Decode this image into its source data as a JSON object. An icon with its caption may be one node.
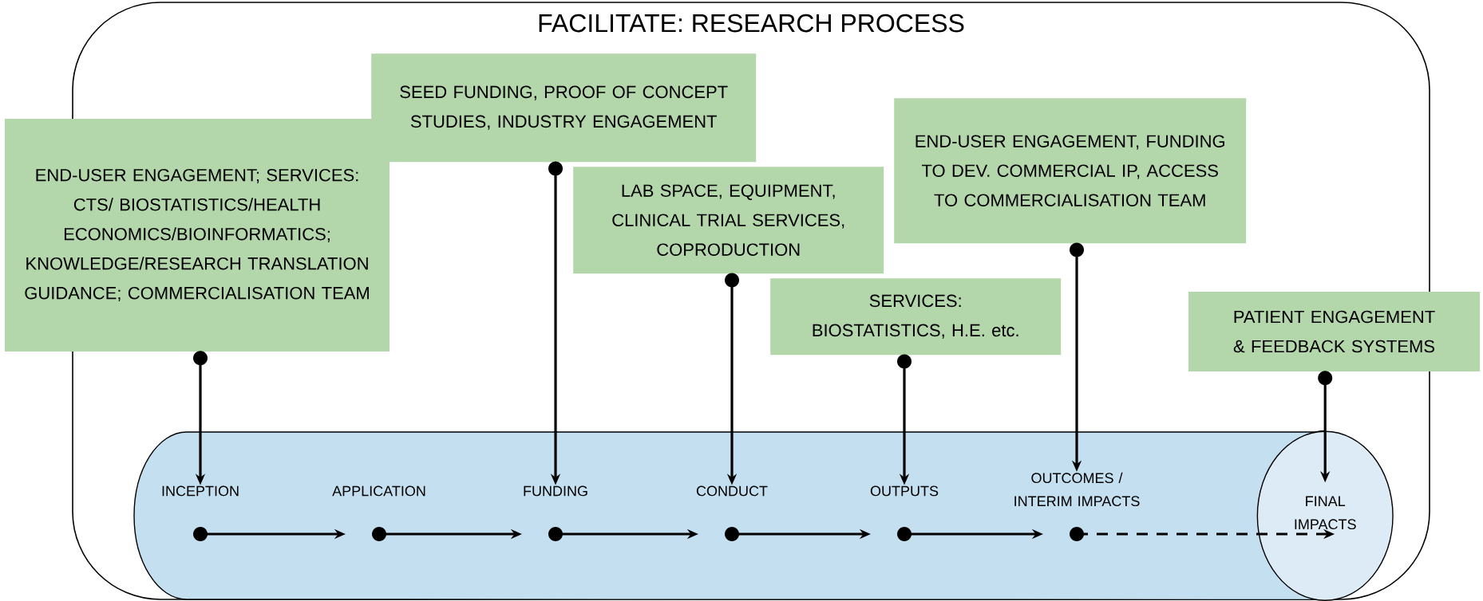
{
  "diagram": {
    "nodes": [
      {
        "text": [
          "FACILITATE: RESEARCH PROCESS"
        ]
      },
      {
        "text": [
          "END-USER ENGAGEMENT; SERVICES: CTS/ BIOSTATISTICS/HEALTH ECONOMICS/BIOINFORMATICS; KNOWLEDGE/RESEARCH TRANSLATION GUIDANCE; COMMERCIALISATION TEAM"
        ]
      },
      {
        "text": [
          "SEED FUNDING, PROOF OF CONCEPT STUDIES, INDUSTRY ENGAGEMENT"
        ],
        "in": 0
      },
      {
        "text": [
          "LAB SPACE, EQUIPMENT, CLINICAL TRIAL SERVICES, COPRODUCTION"
        ],
        "in": 0
      },
      {
        "text": [
          "SERVICES: BIOSTATISTICS, H.E. etc."
        ],
        "in": 0
      },
      {
        "text": [
          "END-USER ENGAGEMENT, FUNDING TO DEV. COMMERCIAL IP, ACCESS TO COMMERCIALISATION TEAM"
        ],
        "in": 0
      },
      {
        "text": [
          "PATIENT ENGAGEMENT & FEEDBACK SYSTEMS"
        ]
      },
      {
        "text": [],
        "shape": "cylinder",
        "in": 0
      },
      {
        "text": [
          "INCEPTION"
        ],
        "in": 7
      },
      {
        "text": [
          "APPLICATION"
        ],
        "in": 7
      },
      {
        "text": [
          "FUNDING"
        ],
        "in": 7
      },
      {
        "text": [
          "CONDUCT"
        ],
        "in": 7
      },
      {
        "text": [
          "OUTPUTS"
        ],
        "in": 7
      },
      {
        "text": [
          "OUTCOMES / INTERIM IMPACTS"
        ],
        "in": 7
      },
      {
        "text": [
          "FINAL IMPACTS"
        ],
        "in": 0
      }
    ],
    "edges": [
      {
        "from": 1,
        "to": 8,
        "arrow": "to"
      },
      {
        "from": 2,
        "to": 10,
        "arrow": "to"
      },
      {
        "from": 3,
        "to": 11,
        "arrow": "to"
      },
      {
        "from": 4,
        "to": 12,
        "arrow": "to"
      },
      {
        "from": 5,
        "to": 13,
        "arrow": "to"
      },
      {
        "from": 6,
        "to": 14,
        "arrow": "to"
      },
      {
        "from": 8,
        "to": 9,
        "arrow": "to"
      },
      {
        "from": 9,
        "to": 10,
        "arrow": "to"
      },
      {
        "from": 10,
        "to": 11,
        "arrow": "to"
      },
      {
        "from": 11,
        "to": 12,
        "arrow": "to"
      },
      {
        "from": 12,
        "to": 13,
        "arrow": "to"
      },
      {
        "from": 13,
        "to": 14,
        "arrow": "to",
        "style": "dashed"
      }
    ]
  }
}
